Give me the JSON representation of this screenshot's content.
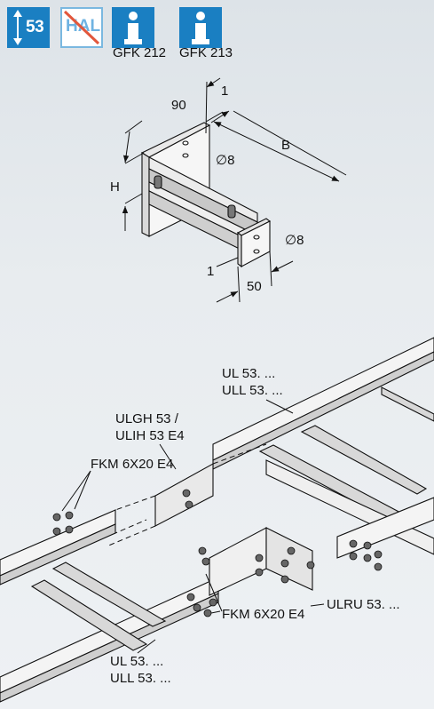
{
  "badges": {
    "size": "53",
    "hal": "HAL"
  },
  "codes": [
    "GFK 212",
    "GFK 213"
  ],
  "top_drawing": {
    "dim_width": "90",
    "dim_thickness": "1",
    "dim_length": "B",
    "hole1": "∅8",
    "hole2": "∅8",
    "dim_height": "H",
    "dim_thickness2": "1",
    "dim_base": "50"
  },
  "bottom_drawing": {
    "ul_top_1": "UL 53. ...",
    "ul_top_2": "ULL 53. ...",
    "ulgh_1": "ULGH 53 /",
    "ulgh_2": "ULIH 53 E4",
    "fkm_left": "FKM 6X20 E4",
    "fkm_right": "FKM 6X20 E4",
    "ulru": "ULRU 53. ...",
    "ul_bottom_1": "UL 53. ...",
    "ul_bottom_2": "ULL 53. ..."
  }
}
